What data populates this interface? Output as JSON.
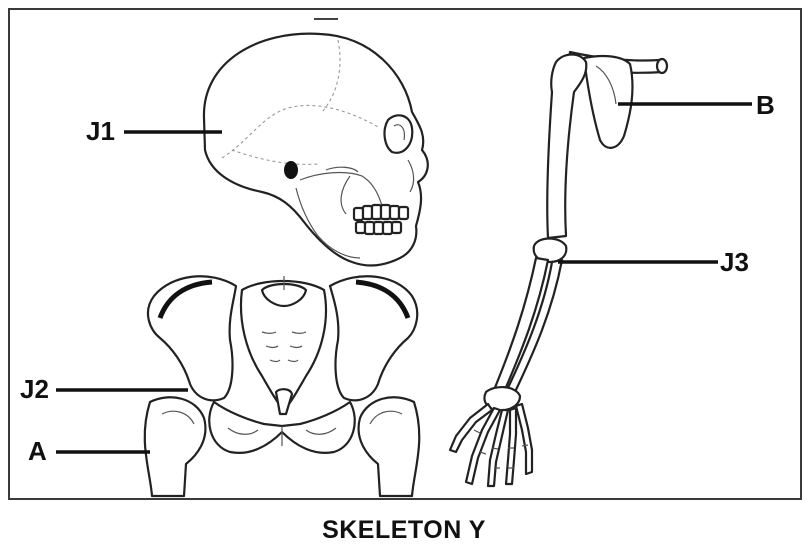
{
  "labels": {
    "j1": "J1",
    "j2": "J2",
    "j3": "J3",
    "a": "A",
    "b": "B"
  },
  "caption": "SKELETON Y"
}
